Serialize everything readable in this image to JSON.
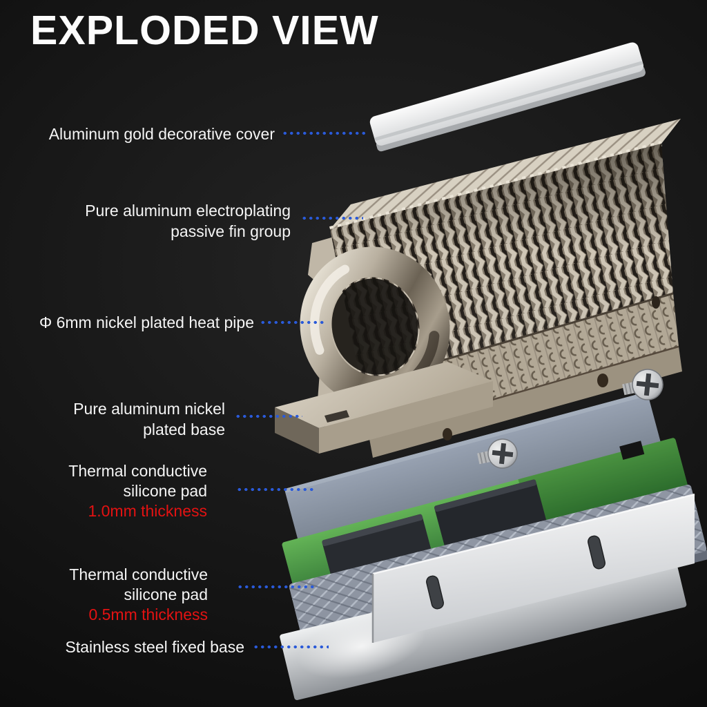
{
  "title": "EXPLODED VIEW",
  "labels": [
    {
      "part": "aluminum-gold-decorative-cover",
      "lines": [
        "Aluminum gold decorative cover"
      ]
    },
    {
      "part": "passive-fin-group",
      "lines": [
        "Pure aluminum electroplating",
        "passive fin group"
      ]
    },
    {
      "part": "nickel-plated-heat-pipe",
      "lines": [
        "Φ 6mm nickel plated heat pipe"
      ]
    },
    {
      "part": "nickel-plated-base",
      "lines": [
        "Pure aluminum nickel",
        "plated base"
      ]
    },
    {
      "part": "thermal-pad-1.0mm",
      "lines": [
        "Thermal conductive",
        "silicone pad"
      ],
      "highlight": "1.0mm thickness"
    },
    {
      "part": "thermal-pad-0.5mm",
      "lines": [
        "Thermal conductive",
        "silicone pad"
      ],
      "highlight": "0.5mm thickness"
    },
    {
      "part": "stainless-steel-fixed-base",
      "lines": [
        "Stainless steel fixed base"
      ]
    }
  ],
  "illustration_parts": [
    "aluminum-gold-decorative-cover",
    "passive-fin-group",
    "nickel-plated-heat-pipe",
    "nickel-plated-base",
    "mounting-screws",
    "thermal-pad-1.0mm",
    "m2-ssd-pcb",
    "thermal-pad-0.5mm",
    "stainless-steel-fixed-base"
  ],
  "colors": {
    "background": "#141414",
    "label_text": "#f5f5f5",
    "thickness_text": "#e31212",
    "leader_dots": "#2a5ad8",
    "heatsink_metal": "#b2a896",
    "pcb_green": "#4c9a44",
    "silicone_pad": "#8d97a6",
    "stainless_steel": "#eceeef"
  }
}
